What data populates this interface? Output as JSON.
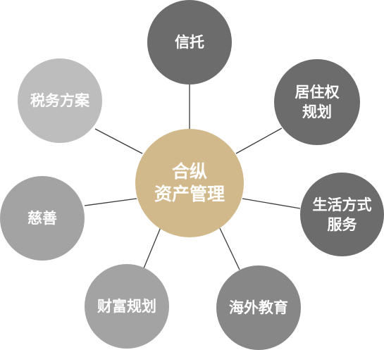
{
  "diagram": {
    "center": {
      "lines": [
        "合纵",
        "资产管理"
      ],
      "color": "#d1b98b"
    },
    "nodes": [
      {
        "key": "trust",
        "lines": [
          "信托"
        ],
        "color": "#6d6c6c"
      },
      {
        "key": "residency",
        "lines": [
          "居住权",
          "规划"
        ],
        "color": "#6d6c6c"
      },
      {
        "key": "lifestyle",
        "lines": [
          "生活方式",
          "服务"
        ],
        "color": "#6d6c6c"
      },
      {
        "key": "education",
        "lines": [
          "海外教育"
        ],
        "color": "#878787"
      },
      {
        "key": "wealth",
        "lines": [
          "财富规划"
        ],
        "color": "#a3a3a3"
      },
      {
        "key": "charity",
        "lines": [
          "慈善"
        ],
        "color": "#a3a3a3"
      },
      {
        "key": "tax",
        "lines": [
          "税务方案"
        ],
        "color": "#bdbdbd"
      }
    ],
    "connector_color": "#3a3a3a"
  }
}
